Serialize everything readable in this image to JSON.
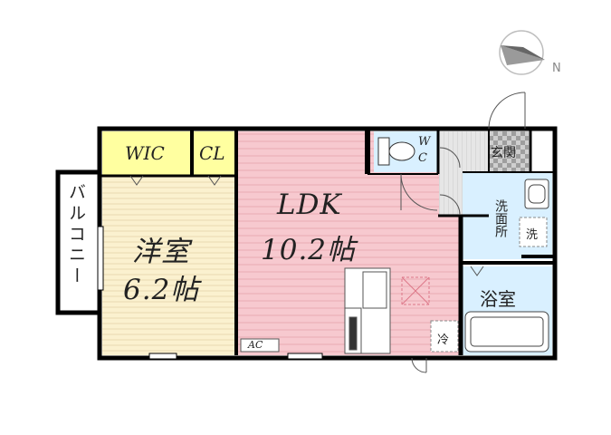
{
  "compass": {
    "direction": "N",
    "icon": "compass-icon"
  },
  "rooms": {
    "western_room": {
      "name": "洋室",
      "size": "6.2帖",
      "color": "#fbf1cf"
    },
    "ldk": {
      "name": "LDK",
      "size": "10.2帖",
      "color": "#f7c9cf"
    },
    "wic": {
      "name": "WIC",
      "color": "#ffffa0"
    },
    "cl": {
      "name": "CL",
      "color": "#ffffa0"
    },
    "wc": {
      "name": "WC",
      "label_w": "W",
      "label_c": "C",
      "color": "#d9f0ff"
    },
    "entrance": {
      "name": "玄関",
      "color": "#cccccc"
    },
    "washroom": {
      "name": "洗面所",
      "color": "#d9f0ff"
    },
    "washer": {
      "name": "洗"
    },
    "bathroom": {
      "name": "浴室",
      "color": "#d9f0ff"
    },
    "balcony": {
      "name": "バルコニー"
    }
  },
  "fixtures": {
    "ac": "AC",
    "fridge": "冷"
  },
  "colors": {
    "wall": "#000000",
    "stripe_pink": "#e9aab3",
    "stripe_beige": "#e8d9b0",
    "hall": "#eeeeee"
  }
}
